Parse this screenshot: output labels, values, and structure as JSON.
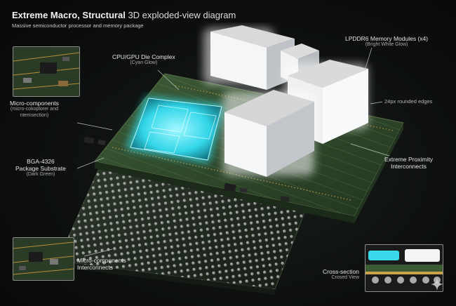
{
  "header": {
    "title_bold": "Extreme Macro, Structural",
    "title_rest": " 3D exploded-view diagram",
    "subtitle": "Massive semiconductor processor and memory package"
  },
  "labels": {
    "die": {
      "title": "CPU/GPU Die Complex",
      "sub": "(Cyan Glow)"
    },
    "memory": {
      "title": "LPDDR6 Memory Modules (x4)",
      "sub": "(Bright White Glow)"
    },
    "edges": {
      "title": "24px rounded edges"
    },
    "micro_top": {
      "title": "Micro-components",
      "sub1": "(micro-cokoplorer and",
      "sub2": "nternsection)"
    },
    "substrate": {
      "title1": "BGA-4326",
      "title2": "Package Substrate",
      "sub": "(Dark Green)"
    },
    "proximity": {
      "title1": "Extreme Proximity",
      "title2": "Interconnects"
    },
    "micro_bottom": {
      "title1": "Micro-components",
      "title2": "Interconnects"
    },
    "cross": {
      "title": "Cross-section",
      "sub": "Crosed View"
    }
  },
  "colors": {
    "substrate": "#2f4a2c",
    "die_glow": "#33e4f0",
    "memory_glow": "#ffffff",
    "background": "#0d100e"
  }
}
